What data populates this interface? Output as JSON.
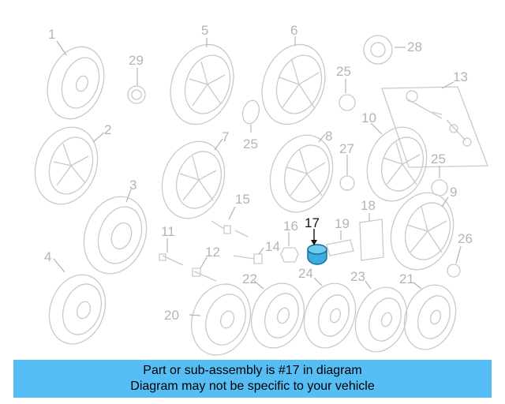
{
  "diagram": {
    "highlighted_part": "17",
    "highlight_color": "#3aaee0",
    "callouts": [
      "1",
      "2",
      "3",
      "4",
      "5",
      "6",
      "7",
      "8",
      "9",
      "10",
      "11",
      "12",
      "13",
      "14",
      "15",
      "16",
      "17",
      "18",
      "19",
      "20",
      "21",
      "22",
      "23",
      "24",
      "25",
      "25",
      "25",
      "26",
      "27",
      "28",
      "29"
    ]
  },
  "banner": {
    "line1": "Part or sub-assembly is #17 in diagram",
    "line2": "Diagram may not be specific to your vehicle",
    "background": "#56bef5"
  }
}
